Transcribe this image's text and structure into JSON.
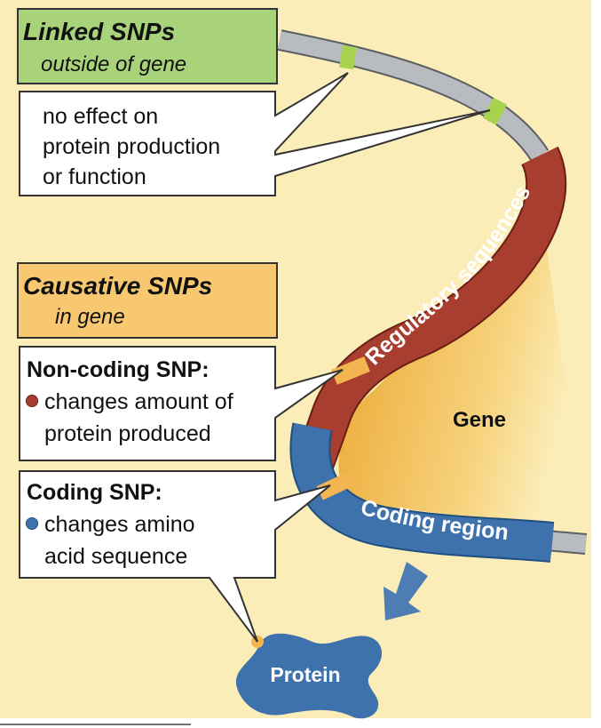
{
  "colors": {
    "background": "#fbedb8",
    "linked_box": "#a9d37a",
    "causative_box": "#f8c870",
    "chromosome_gray": "#b8bcc1",
    "regulatory_red": "#a83e30",
    "coding_blue": "#3e72ad",
    "snp_green": "#a6d24e",
    "snp_orange": "#f2b54f",
    "protein_blue": "#3e72ad",
    "gene_fan": "#f3b444"
  },
  "linked": {
    "title": "Linked SNPs",
    "subtitle": "outside of gene",
    "callout_lines": [
      "no effect on",
      "protein production",
      "or function"
    ]
  },
  "causative": {
    "title": "Causative SNPs",
    "subtitle": "in gene"
  },
  "noncoding": {
    "title": "Non-coding SNP:",
    "lines": [
      "changes amount of",
      "protein produced"
    ],
    "bullet_icon": "red-dot-icon"
  },
  "coding": {
    "title": "Coding SNP:",
    "lines": [
      "changes amino",
      "acid sequence"
    ],
    "bullet_icon": "blue-dot-icon"
  },
  "labels": {
    "regulatory": "Regulatory sequences",
    "coding_region": "Coding region",
    "gene": "Gene",
    "protein": "Protein"
  }
}
